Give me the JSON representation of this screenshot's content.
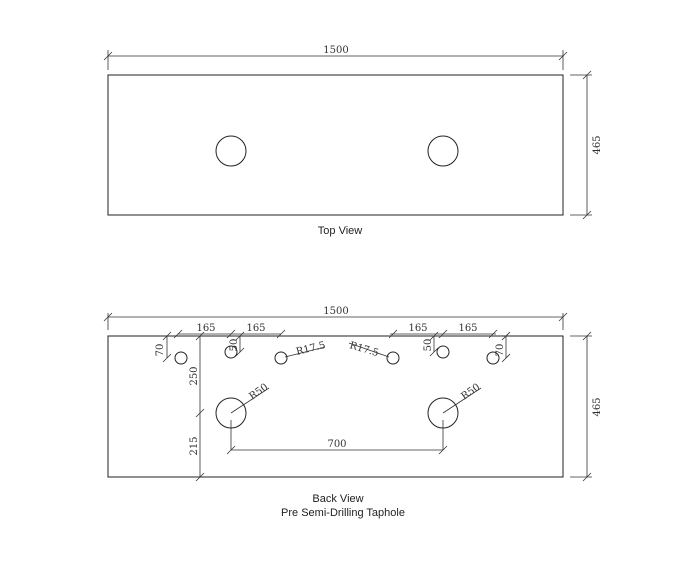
{
  "top_view": {
    "caption": "Top View",
    "width_dim": "1500",
    "depth_dim": "465"
  },
  "back_view": {
    "caption": "Back View",
    "subcaption": "Pre Semi-Drilling Taphole",
    "width_dim": "1500",
    "depth_dim": "465",
    "left_spacing_1": "165",
    "left_spacing_2": "165",
    "right_spacing_1": "165",
    "right_spacing_2": "165",
    "left_offset_outer": "70",
    "left_offset_center": "50",
    "right_offset_center": "50",
    "right_offset_outer": "70",
    "taphole_radius_left": "R17.5",
    "taphole_radius_right": "R17.5",
    "vertical_dim_upper": "250",
    "vertical_dim_lower": "215",
    "basin_radius_left": "R50",
    "basin_radius_right": "R50",
    "basin_spacing": "700"
  }
}
